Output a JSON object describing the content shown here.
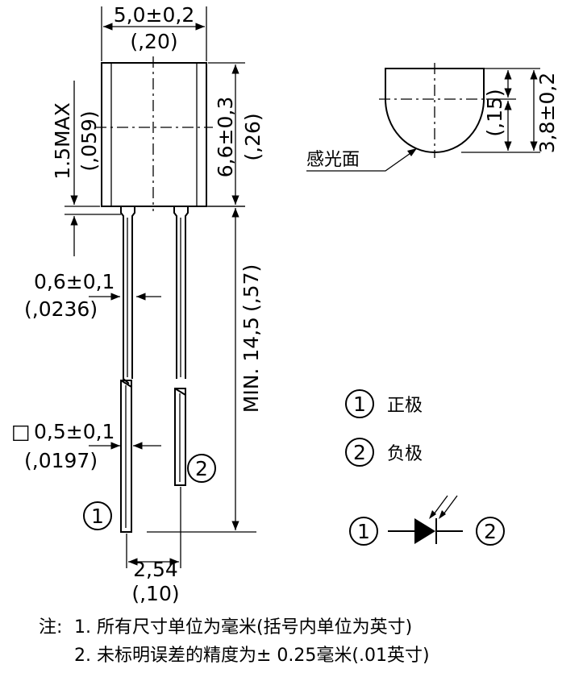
{
  "top_view": {
    "width": "5,0±0,2",
    "width_in": "(,20)",
    "height": "6,6±0,3",
    "height_in": "(,26)",
    "lead_zone": "1.5MAX",
    "lead_zone_in": "(,059)"
  },
  "leads": {
    "thickness": "0,6±0,1",
    "thickness_in": "(,0236)",
    "square_mark": "□",
    "width": "0,5±0,1",
    "width_in": "(,0197)",
    "length": "MIN. 14,5",
    "length_in": "(,57)",
    "pitch": "2,54",
    "pitch_in": "(,10)",
    "pin1": "1",
    "pin2": "2"
  },
  "side_view": {
    "height": "3,8±0,2",
    "radius_in": "(,15)",
    "sensing_surface": "感光面"
  },
  "legend": {
    "pin1_num": "1",
    "pin1_label": "正极",
    "pin2_num": "2",
    "pin2_label": "负极",
    "symbol_pin1": "1",
    "symbol_pin2": "2"
  },
  "notes": {
    "prefix": "注:",
    "line1": "1. 所有尺寸单位为毫米(括号内单位为英寸)",
    "line2": "2. 未标明误差的精度为± 0.25毫米(.01英寸)"
  }
}
